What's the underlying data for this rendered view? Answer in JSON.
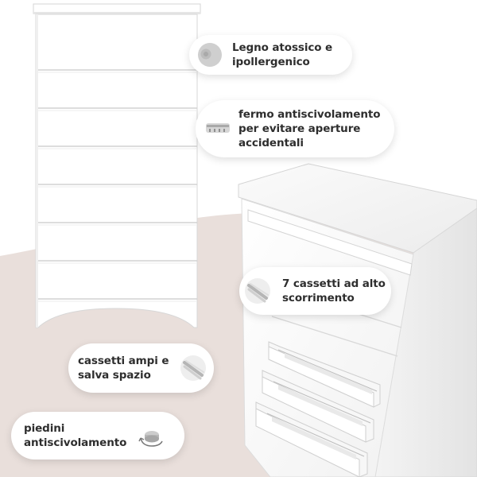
{
  "features": {
    "legno": {
      "line1": "Legno atossico e",
      "line2": "ipollergenico",
      "icon": "wood-texture-icon"
    },
    "fermo": {
      "line1": "fermo antiscivolamento",
      "line2": "per evitare aperture",
      "line3": "accidentali",
      "icon": "drawer-stop-icon"
    },
    "cassetti7": {
      "line1": "7 cassetti ad alto",
      "line2": "scorrimento",
      "icon": "drawer-slide-icon"
    },
    "ampi": {
      "line1": "cassetti ampi e",
      "line2": "salva spazio",
      "icon": "drawer-slide-icon"
    },
    "piedini": {
      "line1": "piedini",
      "line2": "antiscivolamento",
      "icon": "anti-slip-foot-icon"
    }
  },
  "colors": {
    "background_top": "#ffffff",
    "background_bottom": "#e9dfdb",
    "furniture": "#ffffff",
    "text": "#2e2e2e"
  }
}
